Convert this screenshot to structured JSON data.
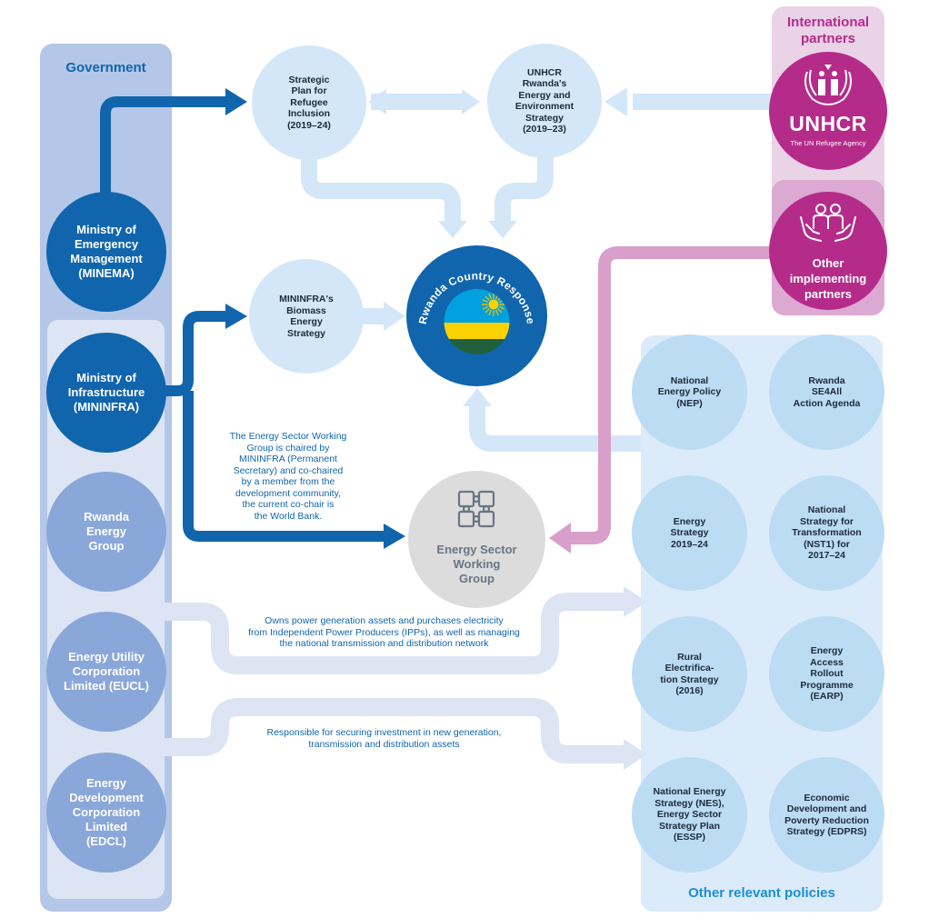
{
  "panels": {
    "government_title": "Government",
    "international_title": "International\npartners",
    "other_policies_title": "Other relevant policies"
  },
  "government": {
    "minema": "Ministry of\nEmergency\nManagement\n(MINEMA)",
    "mininfra": "Ministry of\nInfrastructure\n(MININFRA)",
    "reg": "Rwanda\nEnergy\nGroup",
    "eucl": "Energy Utility\nCorporation\nLimited (EUCL)",
    "edcl": "Energy\nDevelopment\nCorporation\nLimited\n(EDCL)"
  },
  "strategies": {
    "strategic_plan": "Strategic\nPlan for\nRefugee\nInclusion\n(2019–24)",
    "unhcr_strategy": "UNHCR\nRwanda's\nEnergy and\nEnvironment\nStrategy\n(2019–23)",
    "biomass": "MININFRA's\nBiomass\nEnergy\nStrategy"
  },
  "center": {
    "country_response": "Rwanda Country Response",
    "working_group": "Energy Sector\nWorking\nGroup"
  },
  "partners": {
    "unhcr_logo": "UNHCR",
    "unhcr_tagline": "The UN Refugee Agency",
    "other_partners": "Other\nimplementing\npartners"
  },
  "policies": [
    "National\nEnergy Policy\n(NEP)",
    "Rwanda\nSE4All\nAction Agenda",
    "Energy\nStrategy\n2019–24",
    "National\nStrategy for\nTransformation\n(NST1) for\n2017–24",
    "Rural\nElectrifica-\ntion Strategy\n(2016)",
    "Energy\nAccess\nRollout\nProgramme\n(EARP)",
    "National Energy\nStrategy (NES),\nEnergy Sector\nStrategy Plan\n(ESSP)",
    "Economic\nDevelopment and\nPoverty Reduction\nStrategy (EDPRS)"
  ],
  "notes": {
    "working_group_note": "The Energy Sector Working\nGroup is chaired by\nMININFRA (Permanent\nSecretary) and co-chaired\nby a member from the\ndevelopment community,\nthe current co-chair is\nthe World Bank.",
    "reg_note": "Owns power generation assets and purchases electricity\nfrom Independent Power Producers (IPPs), as well as managing\nthe national transmission and distribution network",
    "edcl_note": "Responsible for securing investment in new generation,\ntransmission and distribution assets"
  },
  "colors": {
    "dark_blue": "#1065ad",
    "mid_blue": "#8aa7da",
    "light_blue": "#d4e7f8",
    "magenta": "#b52b8a",
    "pink": "#d99fcb",
    "grey": "#dcdcdc"
  },
  "icons": {
    "unhcr": "unhcr-emblem-icon",
    "partners": "people-hands-icon",
    "working_group": "puzzle-hands-icon",
    "flag": "rwanda-flag-icon"
  }
}
